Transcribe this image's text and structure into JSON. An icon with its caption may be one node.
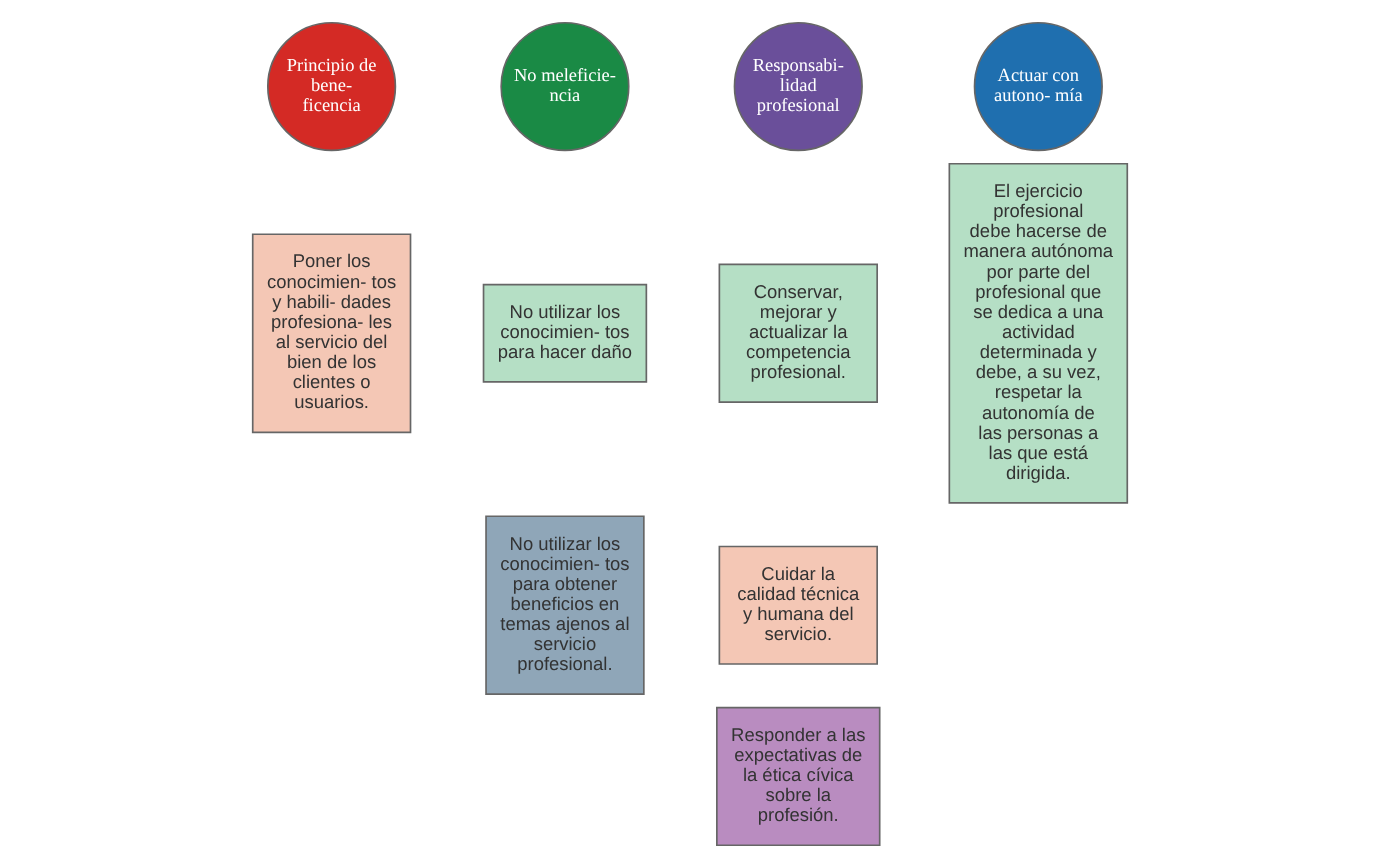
{
  "diagram": {
    "nodes": [
      {
        "text": [
          "Principio de bene- ficencia"
        ]
      },
      {
        "text": [
          "Poner los conocimien- tos y habili- dades profesiona- les al servicio del bien de los clientes o usuarios."
        ]
      },
      {
        "text": [
          "No meleficie- ncia"
        ]
      },
      {
        "text": [
          "No utilizar los conocimien- tos para hacer daño"
        ]
      },
      {
        "text": [
          "No utilizar los conocimien- tos para obtener beneficios en temas ajenos al servicio profesional."
        ]
      },
      {
        "text": [
          "Responsabi- lidad profesional"
        ]
      },
      {
        "text": [
          "Conservar, mejorar y actualizar la competencia profesional."
        ]
      },
      {
        "text": [
          "Cuidar la calidad técnica y humana del servicio."
        ]
      },
      {
        "text": [
          "Responder a las expectativas de la ética cívica sobre la profesión."
        ]
      },
      {
        "text": [
          "Actuar con autono- mía"
        ]
      },
      {
        "text": [
          "El ejercicio profesional debe hacerse de manera autónoma por parte del profesional que se dedica a una actividad determinada y debe, a su vez, respetar la autonomía de las personas a las que está dirigida."
        ]
      }
    ]
  }
}
